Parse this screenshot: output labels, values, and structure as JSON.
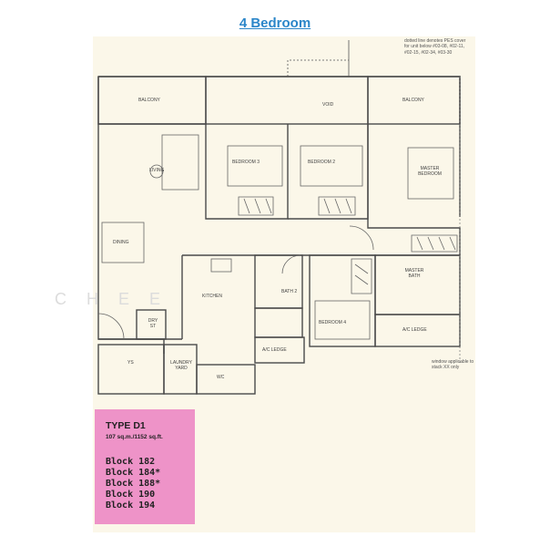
{
  "title": "4 Bedroom",
  "watermark": "CHEE",
  "rooms": {
    "balcony_left": "BALCONY",
    "void": "VOID",
    "balcony_right": "BALCONY",
    "bedroom3": "BEDROOM 3",
    "bedroom2": "BEDROOM 2",
    "master_bedroom": "MASTER BEDROOM",
    "living": "LIVING",
    "dining": "DINING",
    "kitchen": "KITCHEN",
    "bath2": "BATH 2",
    "master_bath": "MASTER BATH",
    "bedroom4": "BEDROOM 4",
    "dry_st": "DRY ST",
    "ys": "YS",
    "laundry_yard": "LAUNDRY YARD",
    "wc": "WC",
    "ac_ledge_left": "A/C LEDGE",
    "ac_ledge_right": "A/C LEDGE"
  },
  "notes": {
    "dotted_line": "dotted line denotes PES cover for unit below #03-08, #02-11, #02-15, #02-34, #03-30",
    "window": "window applicable to stack XX only"
  },
  "type": {
    "name": "TYPE D1",
    "area": "107 sq.m./1152 sq.ft.",
    "blocks": [
      "Block 182",
      "Block 184*",
      "Block 188*",
      "Block 190",
      "Block 194"
    ]
  },
  "colors": {
    "title": "#2b86c9",
    "sheet": "#fbf7e9",
    "type_box": "#ee93c8",
    "wall": "#4a4a4a"
  }
}
